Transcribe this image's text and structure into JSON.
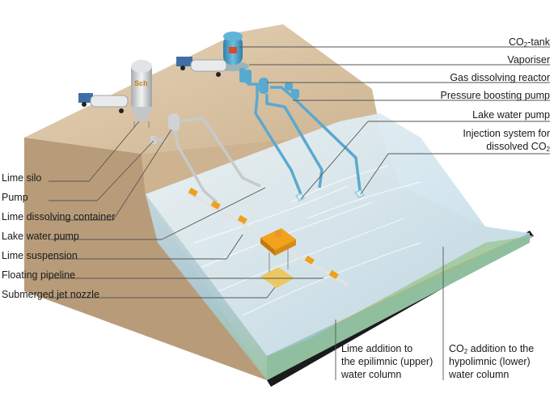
{
  "diagram": {
    "labels_right": {
      "co2_tank": {
        "pre": "CO",
        "sub": "2",
        "post": "-tank"
      },
      "vaporiser": "Vaporiser",
      "gas_dissolving_reactor": "Gas dissolving reactor",
      "pressure_boosting_pump": "Pressure boosting pump",
      "lake_water_pump": "Lake water pump",
      "injection_system_line1": "Injection system for",
      "injection_system_line2_pre": "dissolved CO",
      "injection_system_line2_sub": "2"
    },
    "labels_left": {
      "lime_silo": "Lime silo",
      "pump": "Pump",
      "lime_dissolving_container": "Lime dissolving container",
      "lake_water_pump": "Lake water pump",
      "lime_suspension": "Lime suspension",
      "floating_pipeline": "Floating pipeline",
      "submerged_jet_nozzle": "Submerged jet nozzle"
    },
    "labels_bottom": {
      "lime_addition_1": "Lime addition to",
      "lime_addition_2": "the epilimnic (upper)",
      "lime_addition_3": "water column",
      "co2_addition_1_pre": "CO",
      "co2_addition_1_sub": "2",
      "co2_addition_1_post": " addition to the",
      "co2_addition_2": "hypolimnic (lower)",
      "co2_addition_3": "water column"
    },
    "silo_text": "Sch",
    "colors": {
      "land": "#d9c3a4",
      "land_side": "#b79f80",
      "water_top": "#bcd6e4",
      "water_side": "#9ec4d6",
      "epilimnion": "#b9d7e6",
      "hypolimnion": "#8fc27a",
      "co2_pipe": "#5aa9cf",
      "lime_pipe": "#c8ccce",
      "float": "#f0a020"
    }
  }
}
